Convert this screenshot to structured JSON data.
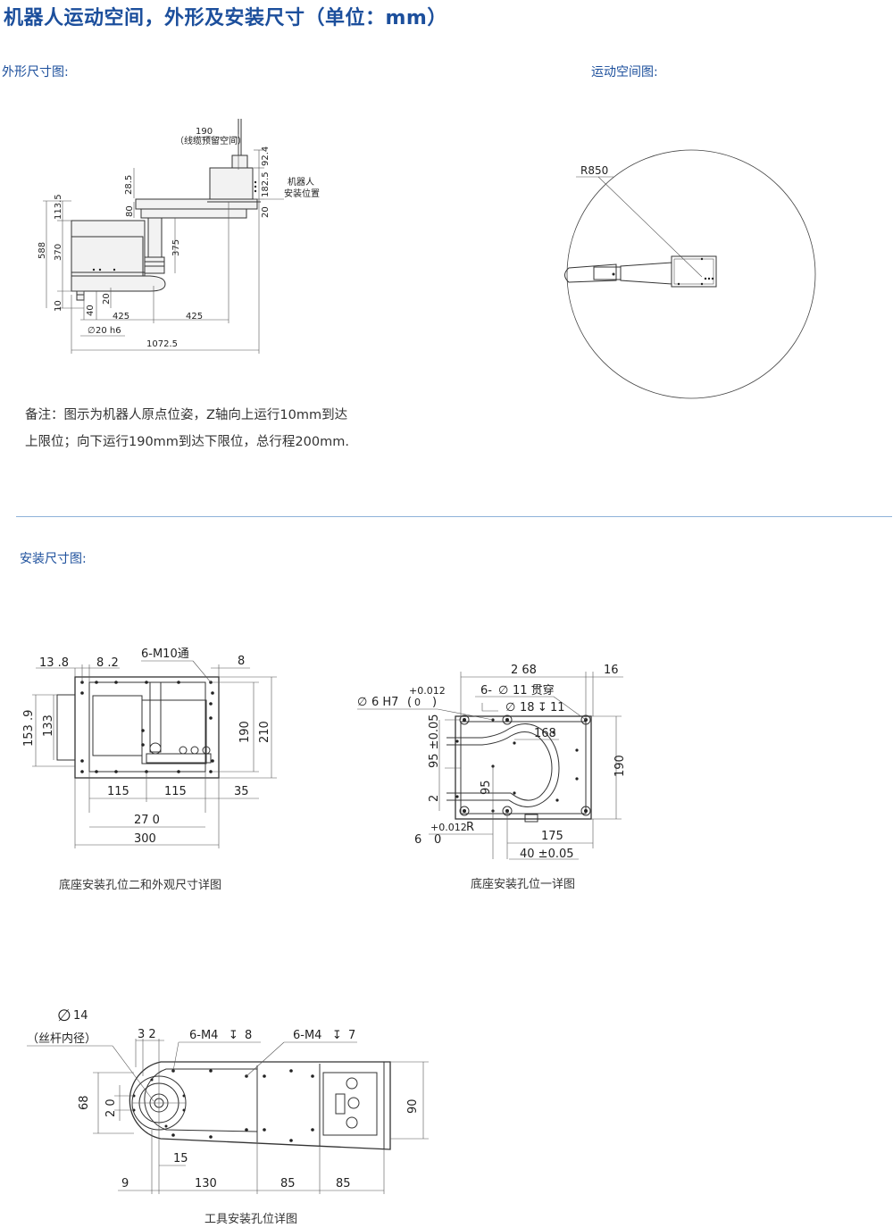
{
  "title": "机器人运动空间，外形及安装尺寸（单位：mm）",
  "sections": {
    "outline": "外形尺寸图:",
    "workspace": "运动空间图:",
    "mounting": "安装尺寸图:"
  },
  "note": {
    "line1": "备注：图示为机器人原点位姿，Z轴向上运行10mm到达",
    "line2": "上限位；向下运行190mm到达下限位，总行程200mm."
  },
  "outline_dims": {
    "cable": "190",
    "cable_note": "（线缆预留空间）",
    "d28_5": "28.5",
    "d92_4": "92.4",
    "d182_5": "182.5",
    "d20_top": "20",
    "d113_5": "113.5",
    "d80": "80",
    "d588": "588",
    "d370": "370",
    "d375": "375",
    "d10": "10",
    "d40": "40",
    "d20_low": "20",
    "d425a": "425",
    "d425b": "425",
    "shaft": "20 h6",
    "d1072_5": "1072.5",
    "mount_label1": "机器人",
    "mount_label2": "安装位置"
  },
  "workspace_dims": {
    "radius": "R850"
  },
  "base2_dims": {
    "d13_8": "13 .8",
    "d8_2": "8 .2",
    "m10": "6-M10通",
    "d8": "8",
    "d153_9": "153 .9",
    "d133": "133",
    "d190": "190",
    "d210": "210",
    "d115a": "115",
    "d115b": "115",
    "d35": "35",
    "d270": "27 0",
    "d300": "300"
  },
  "base1_dims": {
    "d268": "2 68",
    "d16": "16",
    "holes": "6-",
    "holes_spec": "11 贯穿",
    "cbore": "18",
    "cbore_depth": "11",
    "pin": "6 H7",
    "pin_tol_up": "+0.012",
    "pin_tol_lo": "0",
    "d168": "168",
    "d95_05": "95 ±0.05",
    "d95": "95",
    "d2": "2",
    "d190": "190",
    "slot_tol": "+0.012",
    "slot_r": "R",
    "slot_w": "6",
    "slot_lo": "0",
    "d175": "175",
    "d40_05": "40 ±0.05"
  },
  "tool_dims": {
    "phi14": "14",
    "screw_note": "（丝杆内径）",
    "d32": "3 2",
    "m4_8": "6-M4",
    "m4_8_depth": "8",
    "m4_7": "6-M4",
    "m4_7_depth": "7",
    "d68": "68",
    "d20": "2 0",
    "d90": "90",
    "d15": "15",
    "d9": "9",
    "d130": "130",
    "d85a": "85",
    "d85b": "85"
  },
  "captions": {
    "base2": "底座安装孔位二和外观尺寸详图",
    "base1": "底座安装孔位一详图",
    "tool": "工具安装孔位详图"
  }
}
